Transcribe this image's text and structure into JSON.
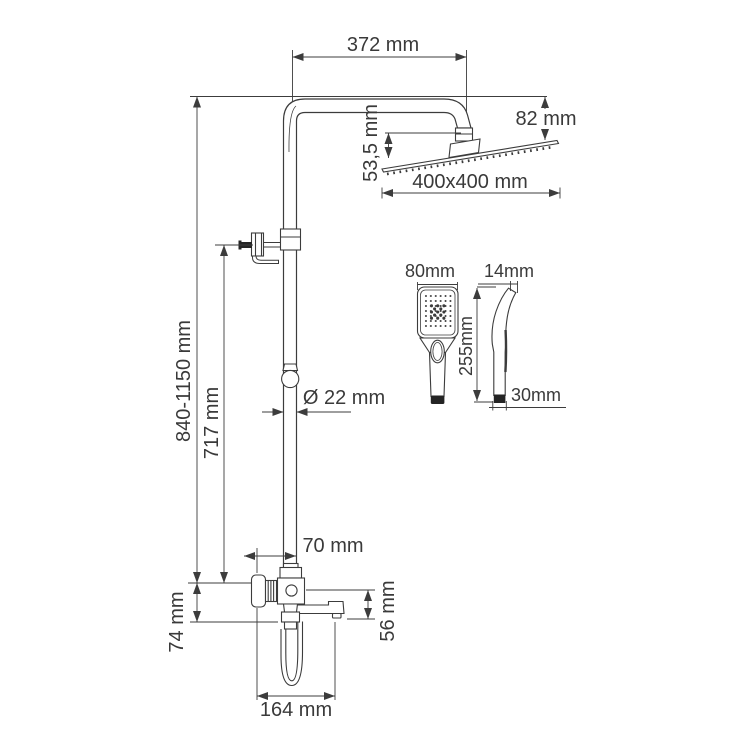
{
  "diagram": {
    "labels": {
      "top_width": "372 mm",
      "head_height": "82 mm",
      "head_mount_height": "53,5 mm",
      "head_size": "400x400 mm",
      "hand_shower_width": "80mm",
      "hand_shower_top_depth": "14mm",
      "hand_shower_length": "255mm",
      "hand_shower_bottom_depth": "30mm",
      "column_height_range": "840-1150 mm",
      "bracket_to_valve_height": "717 mm",
      "pipe_diameter": "Ø 22 mm",
      "knob_offset": "70 mm",
      "valve_to_outlet_height": "74 mm",
      "spout_height": "56 mm",
      "base_width": "164 mm"
    },
    "colors": {
      "background": "#ffffff",
      "line": "#3c3c3c",
      "black_fill": "#242424"
    }
  }
}
